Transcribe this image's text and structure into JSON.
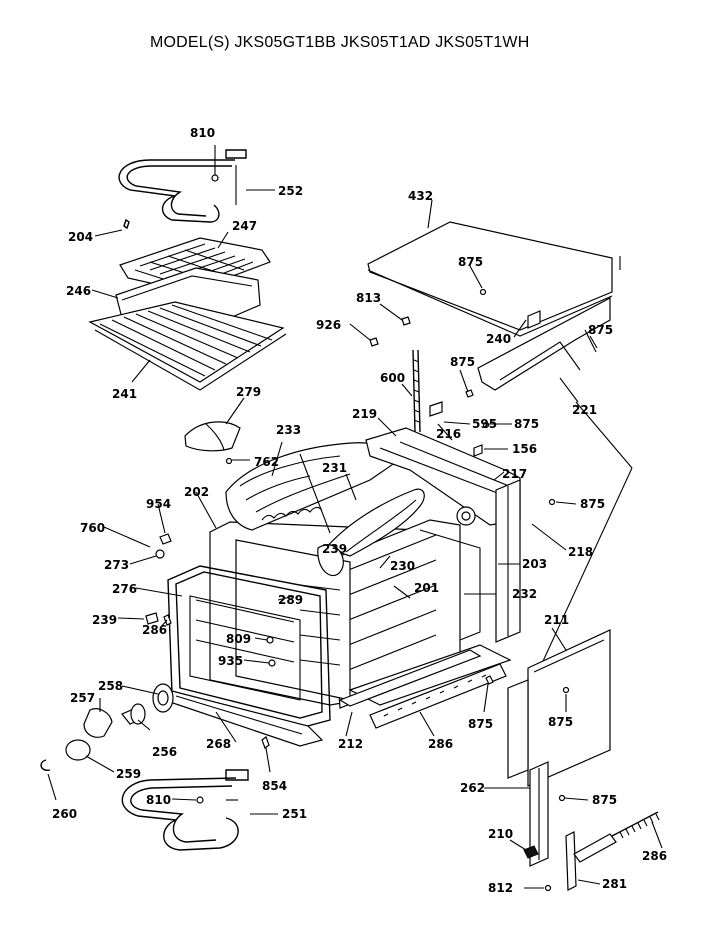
{
  "title": "MODEL(S) JKS05GT1BB  JKS05T1AD  JKS05T1WH",
  "labels": {
    "l810a": "810",
    "l252": "252",
    "l204": "204",
    "l247": "247",
    "l246": "246",
    "l241": "241",
    "l279": "279",
    "l762": "762",
    "l233": "233",
    "l231": "231",
    "l202": "202",
    "l954": "954",
    "l760": "760",
    "l273": "273",
    "l276": "276",
    "l239a": "239",
    "l289": "289",
    "l239b": "239",
    "l286a": "286",
    "l809": "809",
    "l935": "935",
    "l258": "258",
    "l257": "257",
    "l256": "256",
    "l268": "268",
    "l259": "259",
    "l260": "260",
    "l810b": "810",
    "l251": "251",
    "l854": "854",
    "l212": "212",
    "l286b": "286",
    "l875e": "875",
    "l230": "230",
    "l201": "201",
    "l232": "232",
    "l203": "203",
    "l218": "218",
    "l217": "217",
    "l216": "216",
    "l219": "219",
    "l156": "156",
    "l875c": "875",
    "l595": "595",
    "l600": "600",
    "l875b": "875",
    "l926": "926",
    "l813": "813",
    "l875a": "875",
    "l432": "432",
    "l240": "240",
    "l875f": "875",
    "l221": "221",
    "l875d": "875",
    "l211": "211",
    "l875g": "875",
    "l262": "262",
    "l875h": "875",
    "l210": "210",
    "l286c": "286",
    "l812": "812",
    "l281": "281"
  }
}
